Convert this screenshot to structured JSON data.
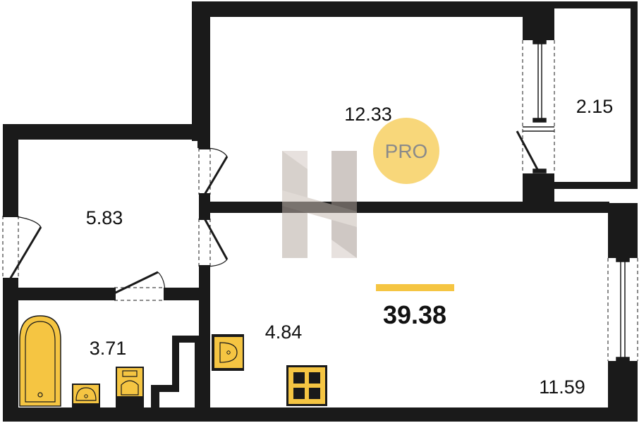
{
  "plan": {
    "rooms": [
      {
        "id": "bedroom",
        "area": "12.33"
      },
      {
        "id": "balcony",
        "area": "2.15"
      },
      {
        "id": "hall",
        "area": "5.83"
      },
      {
        "id": "bathroom",
        "area": "3.71"
      },
      {
        "id": "corridor",
        "area": "4.84"
      },
      {
        "id": "kitchen-living",
        "area": "11.59"
      }
    ],
    "total_area": "39.38",
    "badge": "PRO",
    "colors": {
      "wall": "#1a1a1a",
      "accent": "#f5c542",
      "fixture": "#f5c542",
      "badge_bg": "#f8d77a",
      "watermark": "#b8aca4"
    }
  }
}
